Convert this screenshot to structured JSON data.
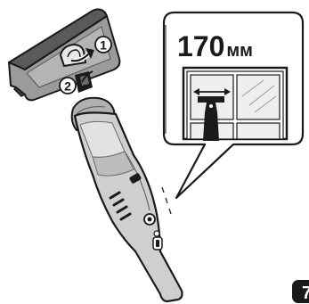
{
  "callout": {
    "width_number": "170",
    "width_unit": "мм"
  },
  "steps": {
    "step_one": "1",
    "step_two": "2"
  },
  "page_marker": {
    "number": "7"
  },
  "icons": {
    "window_attachment": "squeegee-attachment-icon",
    "handheld_unit": "window-vacuum-body-icon",
    "window": "window-frame-icon",
    "width_arrow": "double-arrow-icon"
  },
  "colors": {
    "ink": "#1a1a1a",
    "body_gray": "#c9c9c9",
    "attachment_gray": "#8f8f8f",
    "glass": "#e6e6e6"
  }
}
